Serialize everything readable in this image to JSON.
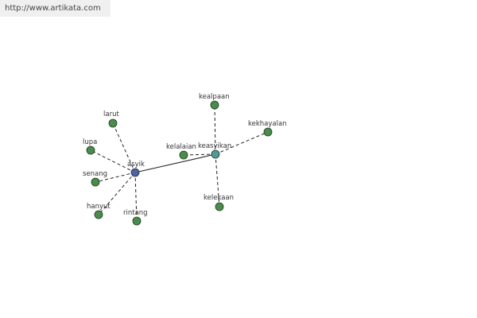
{
  "banner": {
    "url": "http://www.artikata.com"
  },
  "colors": {
    "leaf_node": "#4b8b4b",
    "center_node": "#4f5fa8",
    "hub_node": "#4e9a9a",
    "node_outline": "#1e3a1e",
    "edge": "#222222"
  },
  "graph": {
    "nodes": [
      {
        "id": "asyik",
        "label": "asyik",
        "kind": "center"
      },
      {
        "id": "keasyikan",
        "label": "keasyikan",
        "kind": "hub"
      },
      {
        "id": "larut",
        "label": "larut",
        "kind": "leaf"
      },
      {
        "id": "lupa",
        "label": "lupa",
        "kind": "leaf"
      },
      {
        "id": "senang",
        "label": "senang",
        "kind": "leaf"
      },
      {
        "id": "hanyut",
        "label": "hanyut",
        "kind": "leaf"
      },
      {
        "id": "rintang",
        "label": "rintang",
        "kind": "leaf"
      },
      {
        "id": "kelalaian",
        "label": "kelalaian",
        "kind": "leaf"
      },
      {
        "id": "kealpaan",
        "label": "kealpaan",
        "kind": "leaf"
      },
      {
        "id": "kekhayalan",
        "label": "kekhayalan",
        "kind": "leaf"
      },
      {
        "id": "kelekaan",
        "label": "kelekaan",
        "kind": "leaf"
      }
    ],
    "edges": [
      {
        "from": "asyik",
        "to": "keasyikan",
        "style": "solid"
      },
      {
        "from": "asyik",
        "to": "larut",
        "style": "dashed"
      },
      {
        "from": "asyik",
        "to": "lupa",
        "style": "dashed"
      },
      {
        "from": "asyik",
        "to": "senang",
        "style": "dashed"
      },
      {
        "from": "asyik",
        "to": "hanyut",
        "style": "dashed"
      },
      {
        "from": "asyik",
        "to": "rintang",
        "style": "dashed"
      },
      {
        "from": "keasyikan",
        "to": "kelalaian",
        "style": "dashed"
      },
      {
        "from": "keasyikan",
        "to": "kealpaan",
        "style": "dashed"
      },
      {
        "from": "keasyikan",
        "to": "kekhayalan",
        "style": "dashed"
      },
      {
        "from": "keasyikan",
        "to": "kelekaan",
        "style": "dashed"
      }
    ]
  }
}
